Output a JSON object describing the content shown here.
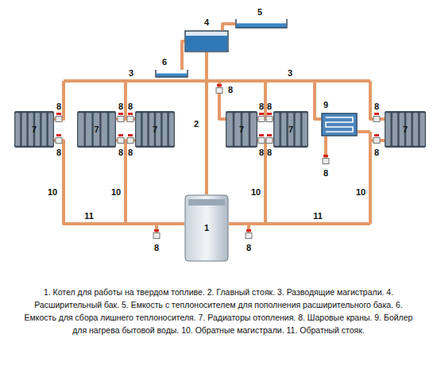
{
  "diagram": {
    "caption": "1. Котел для работы на твердом топливе. 2. Главный стояк. 3. Разводящие магистрали. 4. Расширительный бак. 5. Емкость с теплоносителем для пополнения расширительного бака. 6. Емкость для сбора лишнего теплоносителя. 7. Радиаторы отопления. 8. Шаровые краны. 9. Бойлер для нагрева бытовой воды. 10. Обратные магистрали. 11. Обратный стояк.",
    "nodes": [
      {
        "text": [
          "4"
        ]
      },
      {
        "text": [
          "5"
        ]
      },
      {
        "text": [
          "6"
        ]
      },
      {
        "text": [
          "7"
        ]
      },
      {
        "text": [
          "7"
        ]
      },
      {
        "text": [
          "7"
        ]
      },
      {
        "text": [
          "7"
        ]
      },
      {
        "text": [
          "7"
        ]
      },
      {
        "text": [
          "9"
        ]
      },
      {
        "text": [
          "7"
        ]
      },
      {
        "text": [
          "1"
        ]
      }
    ],
    "edges": [
      {
        "from": 1,
        "to": 0,
        "arrow": "none"
      },
      {
        "from": 0,
        "to": 2,
        "arrow": "none"
      },
      {
        "from": 10,
        "to": 0,
        "arrow": "none",
        "label": "2"
      }
    ],
    "labels": [
      "3",
      "3",
      "8",
      "8",
      "8",
      "8",
      "8",
      "8",
      "8",
      "8",
      "8",
      "8",
      "8",
      "8",
      "8",
      "8",
      "8",
      "8",
      "10",
      "10",
      "10",
      "10",
      "11",
      "11"
    ]
  }
}
